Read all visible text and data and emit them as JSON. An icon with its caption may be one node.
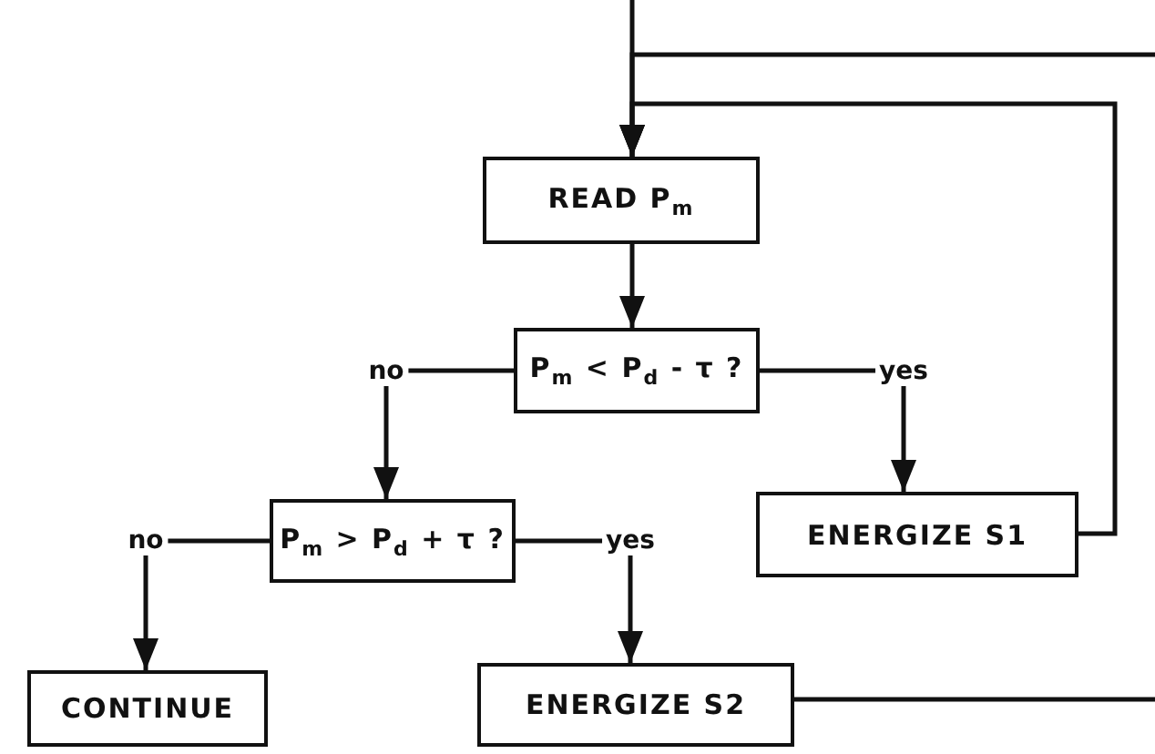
{
  "diagram": {
    "nodes": [
      {
        "text": [
          "READ P$_{m}$"
        ]
      },
      {
        "text": [
          "P$_{m}$ < P$_{d}$ - τ ?"
        ]
      },
      {
        "text": [
          "P$_{m}$ > P$_{d}$ + τ ?"
        ]
      },
      {
        "text": [
          "ENERGIZE S1"
        ]
      },
      {
        "text": [
          "CONTINUE"
        ]
      },
      {
        "text": [
          "ENERGIZE S2"
        ]
      }
    ],
    "edges": [
      {
        "from": null,
        "to": 0,
        "arrow": "to"
      },
      {
        "from": null,
        "to": 0,
        "arrow": "to"
      },
      {
        "from": 3,
        "to": 0,
        "arrow": "to"
      },
      {
        "from": 0,
        "to": 1,
        "arrow": "to"
      },
      {
        "from": 1,
        "to": 2,
        "arrow": "to",
        "label": "no"
      },
      {
        "from": 1,
        "to": 3,
        "arrow": "to",
        "label": "yes"
      },
      {
        "from": 2,
        "to": 4,
        "arrow": "to",
        "label": "no"
      },
      {
        "from": 2,
        "to": 5,
        "arrow": "to",
        "label": "yes"
      },
      {
        "from": 5,
        "to": null,
        "arrow": "none"
      }
    ]
  }
}
